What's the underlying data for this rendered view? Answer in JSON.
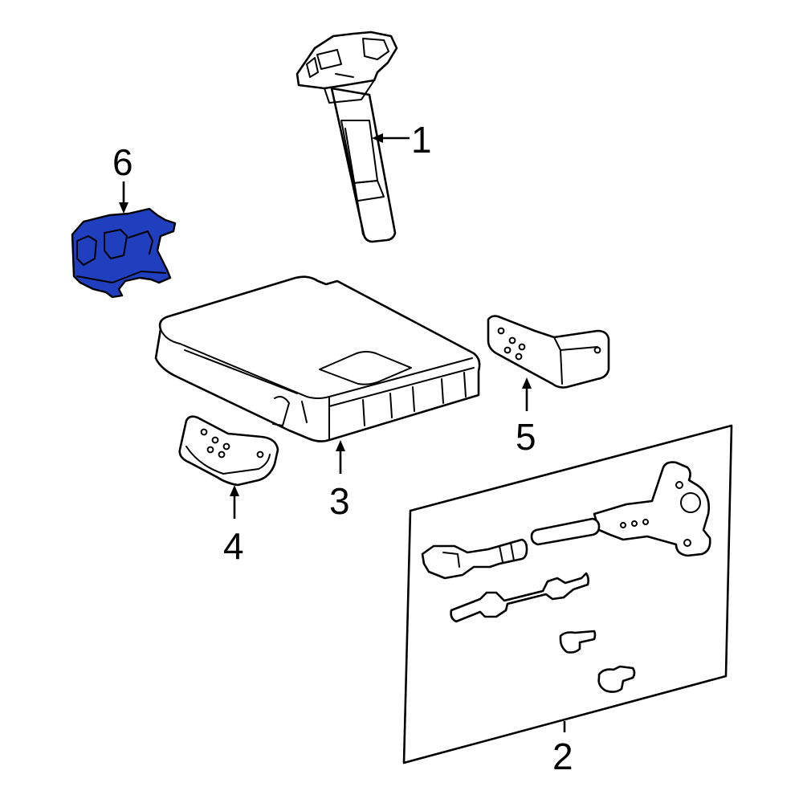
{
  "callouts": {
    "c1": "1",
    "c2": "2",
    "c3": "3",
    "c4": "4",
    "c5": "5",
    "c6": "6"
  },
  "colors": {
    "highlight_fill": "#1f3fbf",
    "line": "#000000",
    "background": "#ffffff"
  },
  "highlighted_part": "6"
}
